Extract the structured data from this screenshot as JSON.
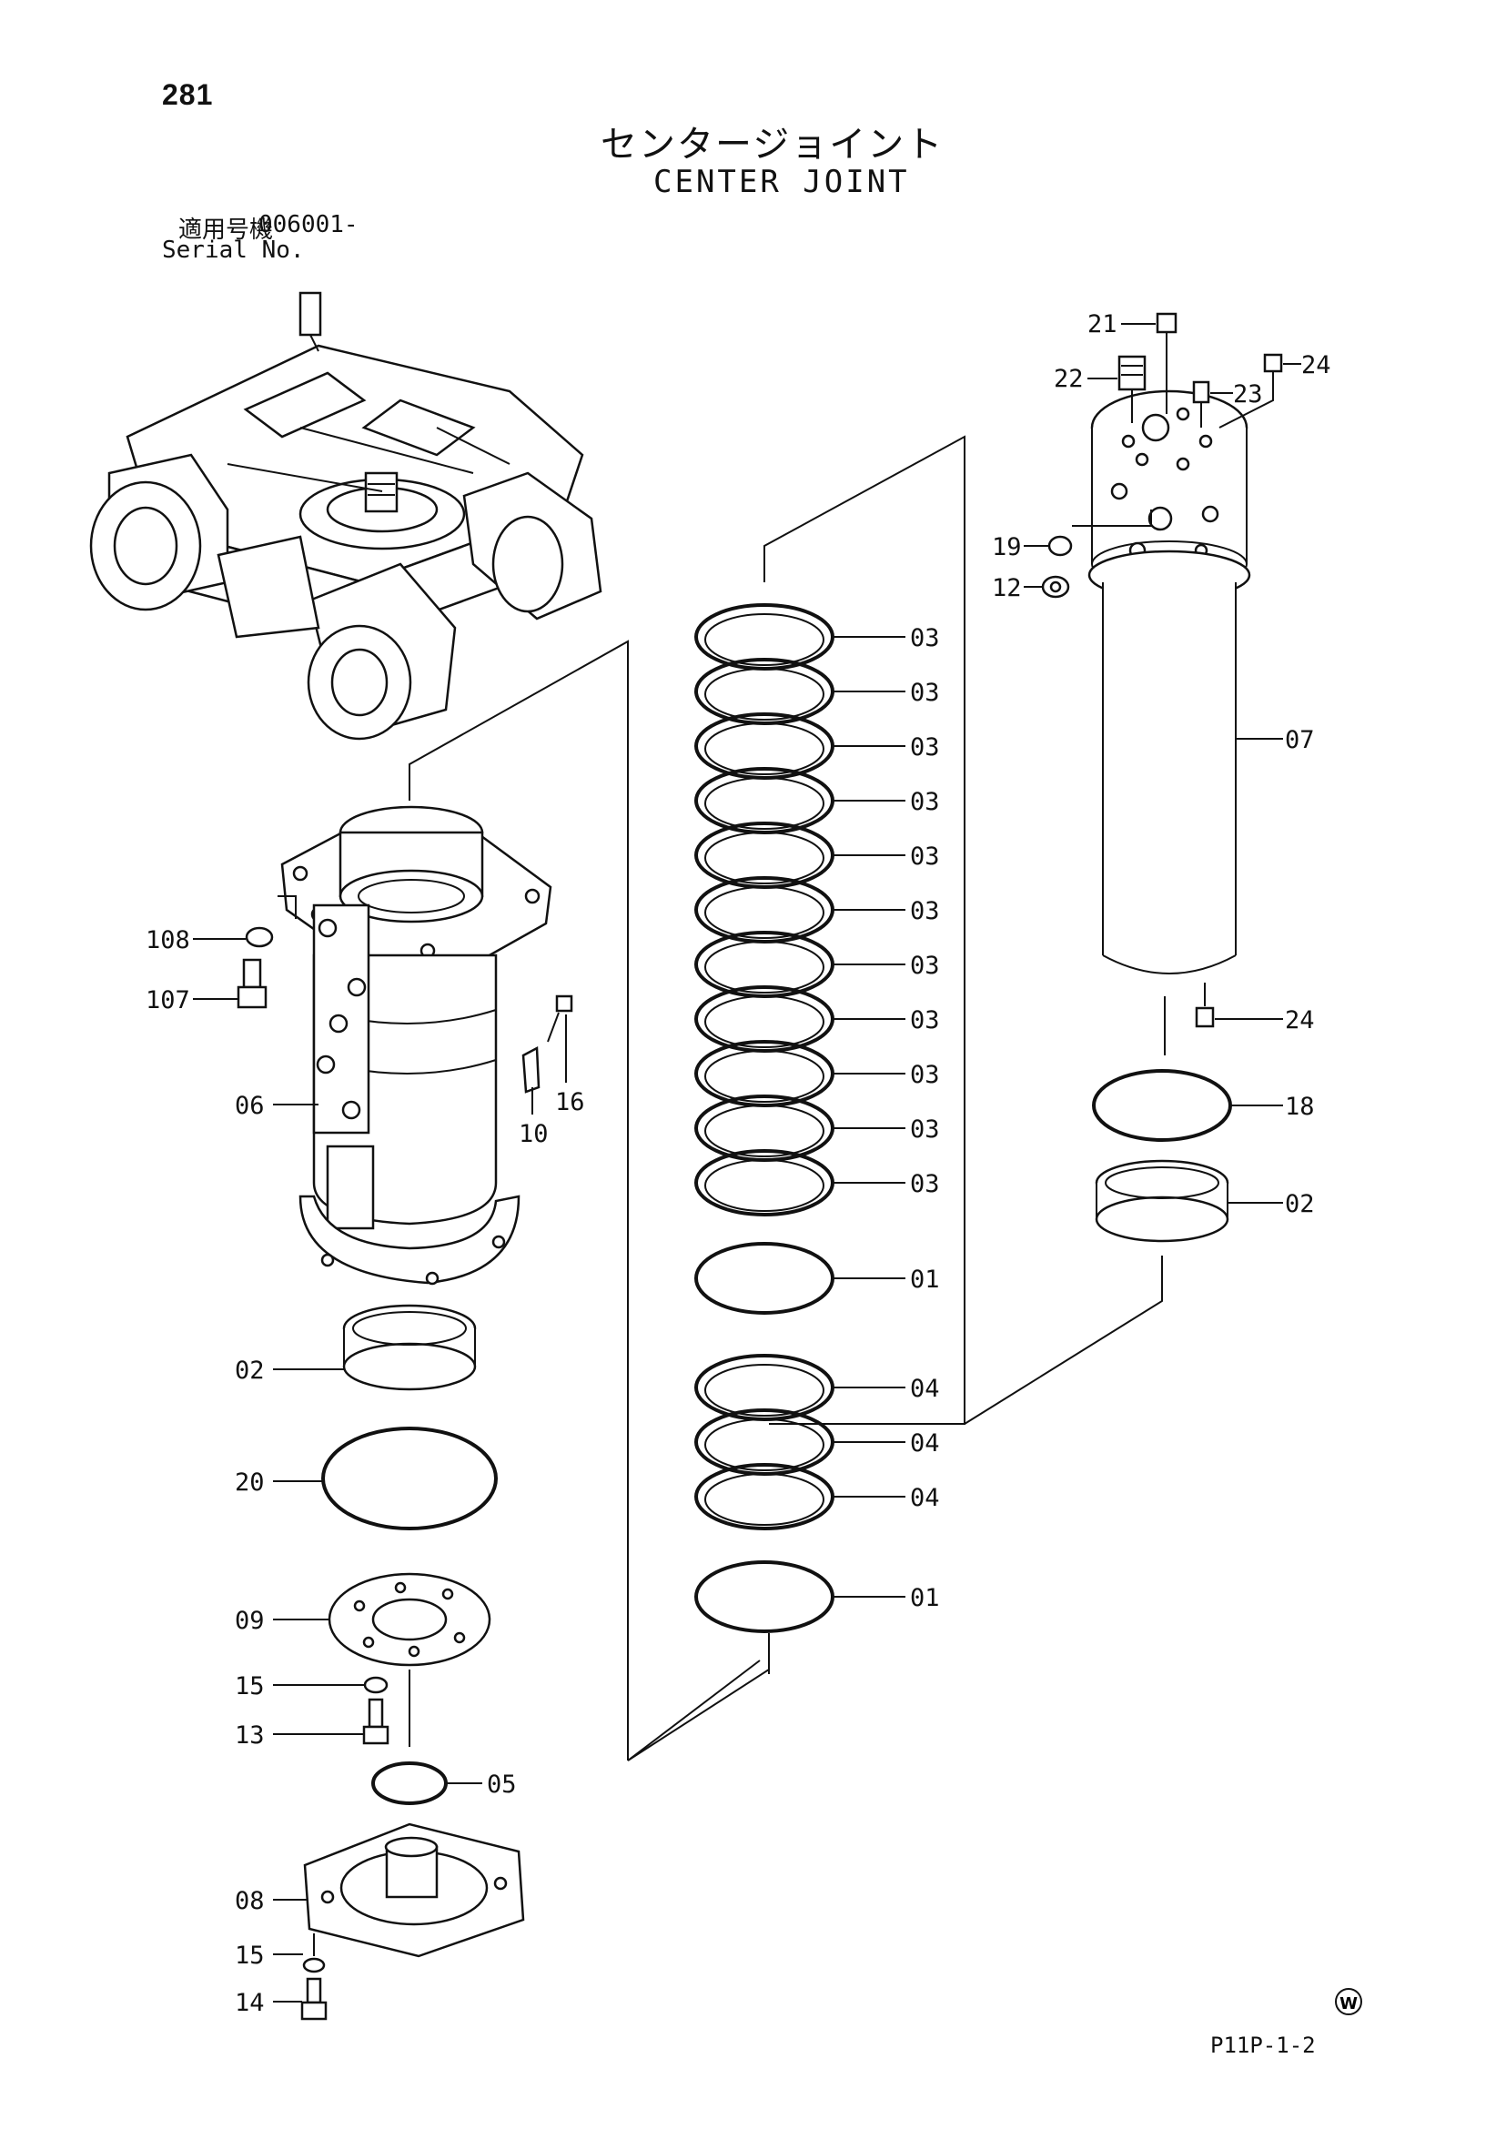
{
  "header": {
    "page_number": "281",
    "title_jp": "センタージョイント",
    "title_en": "CENTER JOINT",
    "serial_label_jp": "適用号機",
    "serial_value": "006001-",
    "serial_label_en": "Serial No."
  },
  "footer": {
    "reference_code": "P11P-1-2"
  },
  "callouts": {
    "c21": "21",
    "c22": "22",
    "c23": "23",
    "c24a": "24",
    "c19": "19",
    "c12": "12",
    "c07": "07",
    "c24b": "24",
    "c18": "18",
    "c02r": "02",
    "c03_1": "03",
    "c03_2": "03",
    "c03_3": "03",
    "c03_4": "03",
    "c03_5": "03",
    "c03_6": "03",
    "c03_7": "03",
    "c03_8": "03",
    "c03_9": "03",
    "c03_10": "03",
    "c03_11": "03",
    "c01a": "01",
    "c04_1": "04",
    "c04_2": "04",
    "c04_3": "04",
    "c01b": "01",
    "c108": "108",
    "c107": "107",
    "c06": "06",
    "c16": "16",
    "c10": "10",
    "c02l": "02",
    "c20": "20",
    "c09": "09",
    "c15a": "15",
    "c13": "13",
    "c05": "05",
    "c08": "08",
    "c15b": "15",
    "c14": "14"
  },
  "symbols": {
    "mark": "W"
  }
}
